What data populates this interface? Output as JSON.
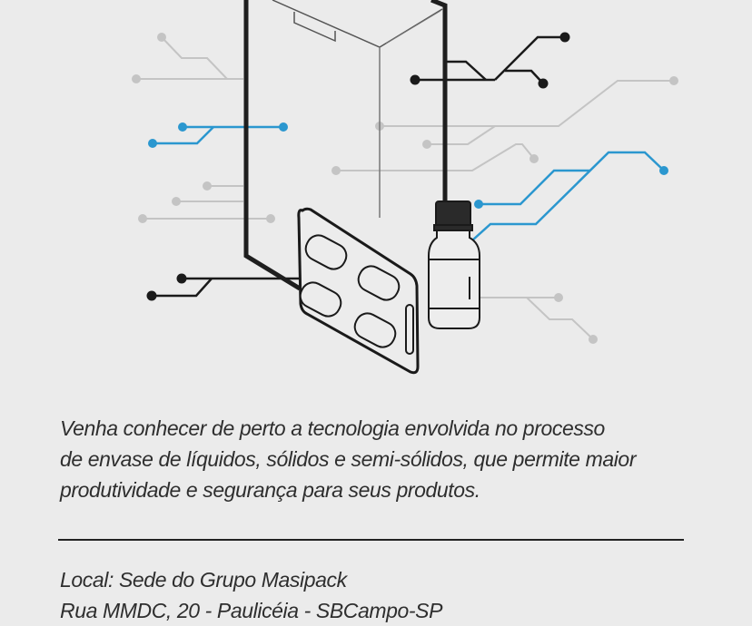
{
  "colors": {
    "background": "#ebebeb",
    "text": "#2e2e2e",
    "accent_blue": "#2b97cf",
    "circuit_gray": "#c4c4c4",
    "circuit_black": "#1a1a1a"
  },
  "illustration": {
    "subject": "pharmaceutical packaging: carton box, blister pack with 4 tablets, medicine bottle, circuit lines"
  },
  "description": {
    "lines": [
      "Venha conhecer de perto a tecnologia envolvida no processo",
      "de envase de líquidos, sólidos e semi-sólidos, que permite maior",
      "produtividade e segurança para seus produtos."
    ]
  },
  "location": {
    "line1": "Local: Sede do Grupo Masipack",
    "line2": "Rua MMDC, 20 - Paulicéia - SBCampo-SP"
  }
}
